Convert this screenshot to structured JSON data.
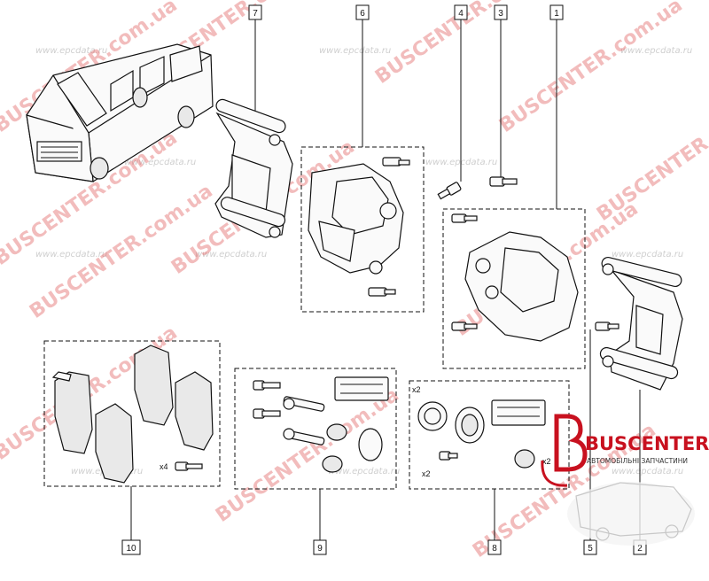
{
  "diagram": {
    "callouts": [
      "1",
      "2",
      "3",
      "4",
      "5",
      "6",
      "7",
      "8",
      "9",
      "10"
    ],
    "quantity_labels": {
      "pads_bolts": "x4",
      "kit8_rings": "x2",
      "kit8_screw": "x2",
      "kit8_boots": "x2"
    }
  },
  "watermarks": {
    "red": "BUSCENTER.com.ua",
    "grey_1": "www.epcdata.ru",
    "grey_2": "www.epcdata.ru"
  },
  "logo": {
    "brand": "BUSCENTER",
    "tagline": "АВТОМОБІЛЬНІ ЗАПЧАСТИНИ",
    "color": "#c8111f"
  }
}
